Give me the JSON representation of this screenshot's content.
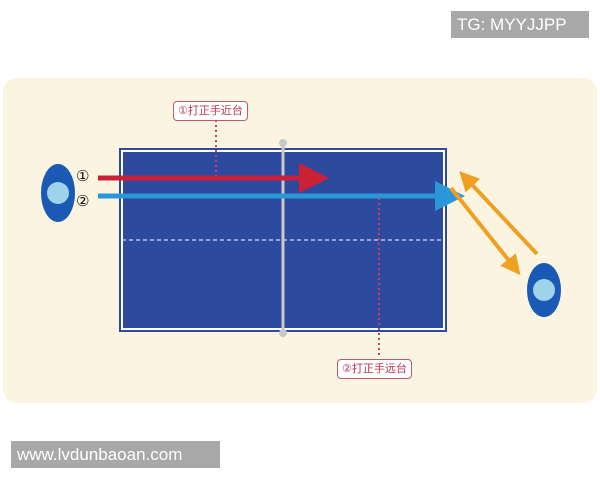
{
  "watermark_top": "TG: MYYJJPP",
  "watermark_bottom": "www.lvdunbaoan.com",
  "route_1": {
    "marker": "①",
    "callout": "①打正手近台",
    "color": "#cc2036"
  },
  "route_2": {
    "marker": "②",
    "callout": "②打正手远台",
    "color": "#2a98d8"
  },
  "return_arrow_color": "#f0a020",
  "table_color": "#2d4a9e",
  "player_color": "#1a5ab5"
}
